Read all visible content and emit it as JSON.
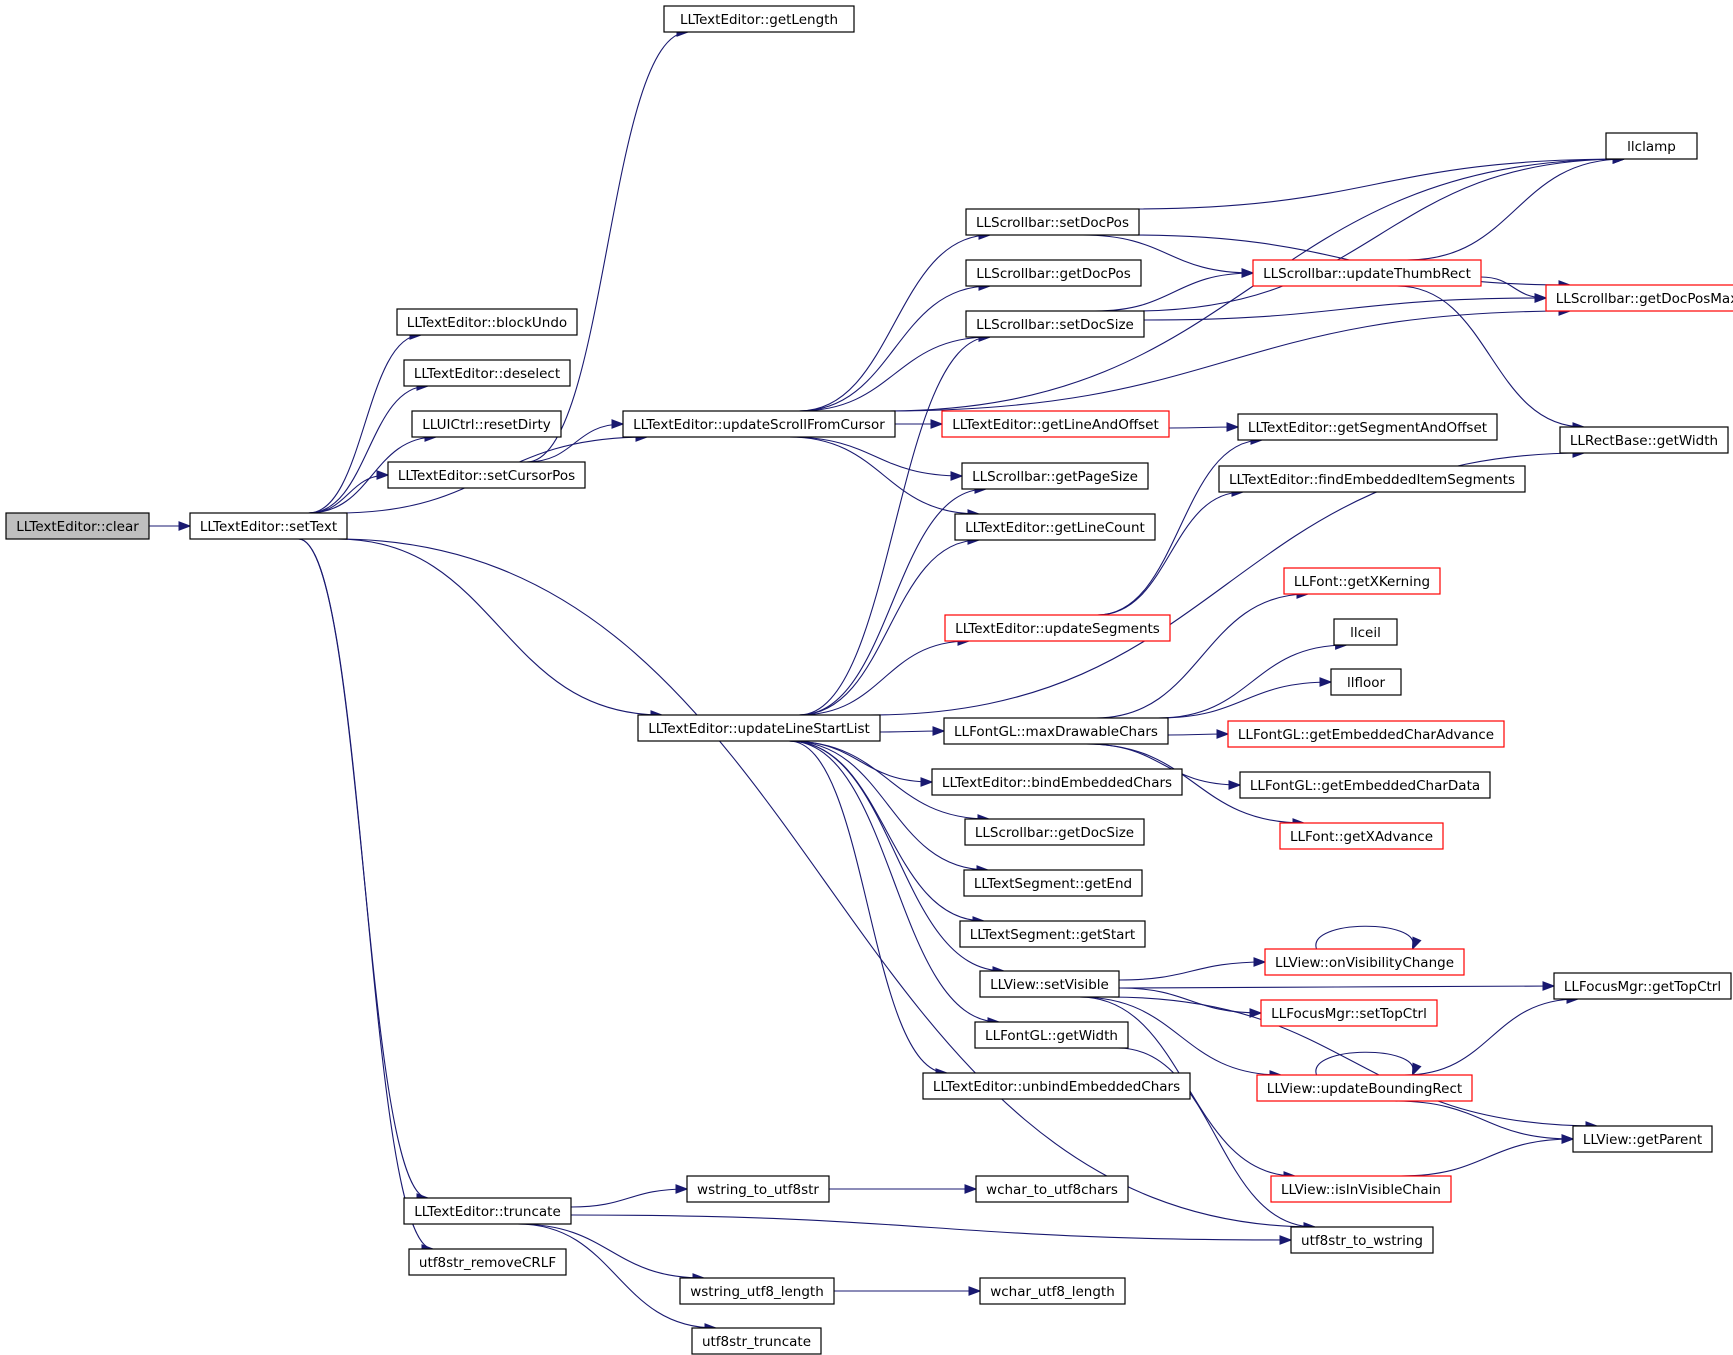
{
  "colors": {
    "edge": "#191970",
    "node_border_normal": "#000000",
    "node_border_truncated": "#ff0000",
    "node_fill_root": "#bfbfbf",
    "node_fill": "#ffffff"
  },
  "nodes": [
    {
      "id": "clear",
      "label": "LLTextEditor::clear",
      "style": "root"
    },
    {
      "id": "setText",
      "label": "LLTextEditor::setText",
      "style": "normal"
    },
    {
      "id": "blockUndo",
      "label": "LLTextEditor::blockUndo",
      "style": "normal"
    },
    {
      "id": "deselect",
      "label": "LLTextEditor::deselect",
      "style": "normal"
    },
    {
      "id": "resetDirty",
      "label": "LLUICtrl::resetDirty",
      "style": "normal"
    },
    {
      "id": "setCursorPos",
      "label": "LLTextEditor::setCursorPos",
      "style": "normal"
    },
    {
      "id": "getLength",
      "label": "LLTextEditor::getLength",
      "style": "normal"
    },
    {
      "id": "updateScrollFromCursor",
      "label": "LLTextEditor::updateScrollFromCursor",
      "style": "normal"
    },
    {
      "id": "updateLineStartList",
      "label": "LLTextEditor::updateLineStartList",
      "style": "normal"
    },
    {
      "id": "truncate",
      "label": "LLTextEditor::truncate",
      "style": "normal"
    },
    {
      "id": "removeCRLF",
      "label": "utf8str_removeCRLF",
      "style": "normal"
    },
    {
      "id": "setDocPos",
      "label": "LLScrollbar::setDocPos",
      "style": "normal"
    },
    {
      "id": "getDocPos",
      "label": "LLScrollbar::getDocPos",
      "style": "normal"
    },
    {
      "id": "setDocSize",
      "label": "LLScrollbar::setDocSize",
      "style": "normal"
    },
    {
      "id": "getLineAndOffset",
      "label": "LLTextEditor::getLineAndOffset",
      "style": "truncated"
    },
    {
      "id": "getPageSize",
      "label": "LLScrollbar::getPageSize",
      "style": "normal"
    },
    {
      "id": "getLineCount",
      "label": "LLTextEditor::getLineCount",
      "style": "normal"
    },
    {
      "id": "updateSegments",
      "label": "LLTextEditor::updateSegments",
      "style": "truncated"
    },
    {
      "id": "maxDrawableChars",
      "label": "LLFontGL::maxDrawableChars",
      "style": "normal"
    },
    {
      "id": "bindEmbeddedChars",
      "label": "LLTextEditor::bindEmbeddedChars",
      "style": "normal"
    },
    {
      "id": "getDocSize",
      "label": "LLScrollbar::getDocSize",
      "style": "normal"
    },
    {
      "id": "getEnd",
      "label": "LLTextSegment::getEnd",
      "style": "normal"
    },
    {
      "id": "getStart",
      "label": "LLTextSegment::getStart",
      "style": "normal"
    },
    {
      "id": "setVisible",
      "label": "LLView::setVisible",
      "style": "normal"
    },
    {
      "id": "fontGetWidth",
      "label": "LLFontGL::getWidth",
      "style": "normal"
    },
    {
      "id": "unbindEmbeddedChars",
      "label": "LLTextEditor::unbindEmbeddedChars",
      "style": "normal"
    },
    {
      "id": "wstringToUtf8str",
      "label": "wstring_to_utf8str",
      "style": "normal"
    },
    {
      "id": "wstringUtf8Length",
      "label": "wstring_utf8_length",
      "style": "normal"
    },
    {
      "id": "utf8strTruncate",
      "label": "utf8str_truncate",
      "style": "normal"
    },
    {
      "id": "wcharToUtf8chars",
      "label": "wchar_to_utf8chars",
      "style": "normal"
    },
    {
      "id": "wcharUtf8Length",
      "label": "wchar_utf8_length",
      "style": "normal"
    },
    {
      "id": "updateThumbRect",
      "label": "LLScrollbar::updateThumbRect",
      "style": "truncated"
    },
    {
      "id": "getSegmentAndOffset",
      "label": "LLTextEditor::getSegmentAndOffset",
      "style": "normal"
    },
    {
      "id": "findEmbeddedItemSegments",
      "label": "LLTextEditor::findEmbeddedItemSegments",
      "style": "normal"
    },
    {
      "id": "getXKerning",
      "label": "LLFont::getXKerning",
      "style": "truncated"
    },
    {
      "id": "llceil",
      "label": "llceil",
      "style": "normal"
    },
    {
      "id": "llfloor",
      "label": "llfloor",
      "style": "normal"
    },
    {
      "id": "getEmbeddedCharAdvance",
      "label": "LLFontGL::getEmbeddedCharAdvance",
      "style": "truncated"
    },
    {
      "id": "getEmbeddedCharData",
      "label": "LLFontGL::getEmbeddedCharData",
      "style": "normal"
    },
    {
      "id": "getXAdvance",
      "label": "LLFont::getXAdvance",
      "style": "truncated"
    },
    {
      "id": "onVisibilityChange",
      "label": "LLView::onVisibilityChange",
      "style": "truncated"
    },
    {
      "id": "setTopCtrl",
      "label": "LLFocusMgr::setTopCtrl",
      "style": "truncated"
    },
    {
      "id": "updateBoundingRect",
      "label": "LLView::updateBoundingRect",
      "style": "truncated"
    },
    {
      "id": "isInVisibleChain",
      "label": "LLView::isInVisibleChain",
      "style": "truncated"
    },
    {
      "id": "utf8strToWstring",
      "label": "utf8str_to_wstring",
      "style": "normal"
    },
    {
      "id": "llclamp",
      "label": "llclamp",
      "style": "normal"
    },
    {
      "id": "getDocPosMax",
      "label": "LLScrollbar::getDocPosMax",
      "style": "truncated"
    },
    {
      "id": "rectGetWidth",
      "label": "LLRectBase::getWidth",
      "style": "normal"
    },
    {
      "id": "getTopCtrl",
      "label": "LLFocusMgr::getTopCtrl",
      "style": "normal"
    },
    {
      "id": "getParent",
      "label": "LLView::getParent",
      "style": "normal"
    }
  ],
  "edges": [
    [
      "clear",
      "setText"
    ],
    [
      "setText",
      "blockUndo"
    ],
    [
      "setText",
      "deselect"
    ],
    [
      "setText",
      "resetDirty"
    ],
    [
      "setText",
      "setCursorPos"
    ],
    [
      "setText",
      "updateScrollFromCursor"
    ],
    [
      "setText",
      "updateLineStartList"
    ],
    [
      "setText",
      "utf8strToWstring"
    ],
    [
      "setText",
      "truncate"
    ],
    [
      "setText",
      "removeCRLF"
    ],
    [
      "setCursorPos",
      "getLength"
    ],
    [
      "setCursorPos",
      "updateScrollFromCursor"
    ],
    [
      "updateScrollFromCursor",
      "llclamp"
    ],
    [
      "updateScrollFromCursor",
      "setDocPos"
    ],
    [
      "updateScrollFromCursor",
      "getDocPos"
    ],
    [
      "updateScrollFromCursor",
      "setDocSize"
    ],
    [
      "updateScrollFromCursor",
      "getDocPosMax"
    ],
    [
      "updateScrollFromCursor",
      "getLineAndOffset"
    ],
    [
      "updateScrollFromCursor",
      "getPageSize"
    ],
    [
      "updateScrollFromCursor",
      "getLineCount"
    ],
    [
      "getLineAndOffset",
      "getSegmentAndOffset"
    ],
    [
      "setDocPos",
      "llclamp"
    ],
    [
      "setDocPos",
      "updateThumbRect"
    ],
    [
      "setDocPos",
      "getDocPosMax"
    ],
    [
      "setDocSize",
      "llclamp"
    ],
    [
      "setDocSize",
      "updateThumbRect"
    ],
    [
      "setDocSize",
      "getDocPosMax"
    ],
    [
      "updateThumbRect",
      "llclamp"
    ],
    [
      "updateThumbRect",
      "getDocPosMax"
    ],
    [
      "updateThumbRect",
      "rectGetWidth"
    ],
    [
      "updateLineStartList",
      "setDocSize"
    ],
    [
      "updateLineStartList",
      "getPageSize"
    ],
    [
      "updateLineStartList",
      "getLineCount"
    ],
    [
      "updateLineStartList",
      "updateSegments"
    ],
    [
      "updateLineStartList",
      "rectGetWidth"
    ],
    [
      "updateLineStartList",
      "maxDrawableChars"
    ],
    [
      "updateLineStartList",
      "bindEmbeddedChars"
    ],
    [
      "updateLineStartList",
      "getDocSize"
    ],
    [
      "updateLineStartList",
      "getEnd"
    ],
    [
      "updateLineStartList",
      "getStart"
    ],
    [
      "updateLineStartList",
      "setVisible"
    ],
    [
      "updateLineStartList",
      "fontGetWidth"
    ],
    [
      "updateLineStartList",
      "unbindEmbeddedChars"
    ],
    [
      "updateSegments",
      "getSegmentAndOffset"
    ],
    [
      "updateSegments",
      "findEmbeddedItemSegments"
    ],
    [
      "maxDrawableChars",
      "getXKerning"
    ],
    [
      "maxDrawableChars",
      "llceil"
    ],
    [
      "maxDrawableChars",
      "llfloor"
    ],
    [
      "maxDrawableChars",
      "getEmbeddedCharAdvance"
    ],
    [
      "maxDrawableChars",
      "getEmbeddedCharData"
    ],
    [
      "maxDrawableChars",
      "getXAdvance"
    ],
    [
      "setVisible",
      "onVisibilityChange"
    ],
    [
      "onVisibilityChange",
      "onVisibilityChange"
    ],
    [
      "setVisible",
      "setTopCtrl"
    ],
    [
      "setVisible",
      "updateBoundingRect"
    ],
    [
      "setVisible",
      "getTopCtrl"
    ],
    [
      "setVisible",
      "getParent"
    ],
    [
      "setVisible",
      "isInVisibleChain"
    ],
    [
      "updateBoundingRect",
      "updateBoundingRect"
    ],
    [
      "updateBoundingRect",
      "getTopCtrl"
    ],
    [
      "updateBoundingRect",
      "getParent"
    ],
    [
      "isInVisibleChain",
      "getParent"
    ],
    [
      "fontGetWidth",
      "utf8strToWstring"
    ],
    [
      "truncate",
      "wstringToUtf8str"
    ],
    [
      "truncate",
      "utf8strToWstring"
    ],
    [
      "truncate",
      "wstringUtf8Length"
    ],
    [
      "truncate",
      "utf8strTruncate"
    ],
    [
      "wstringToUtf8str",
      "wcharToUtf8chars"
    ],
    [
      "wstringUtf8Length",
      "wcharUtf8Length"
    ]
  ]
}
